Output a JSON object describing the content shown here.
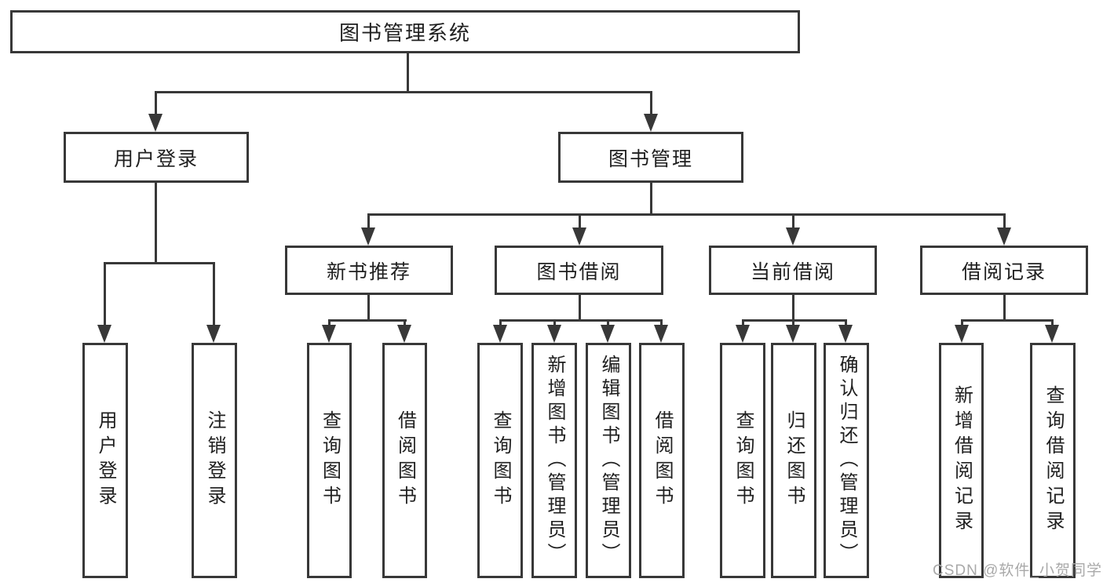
{
  "diagram": {
    "type": "tree-hierarchy",
    "title": "图书管理系统",
    "nodes": {
      "root": "图书管理系统",
      "user_login": "用户登录",
      "book_mgmt": "图书管理",
      "new_books": "新书推荐",
      "book_borrow": "图书借阅",
      "current_borrow": "当前借阅",
      "borrow_records": "借阅记录",
      "leaf_user_login": "用户登录",
      "leaf_logout": "注销登录",
      "leaf_query_books_1": "查询图书",
      "leaf_borrow_books_1": "借阅图书",
      "leaf_query_books_2": "查询图书",
      "leaf_add_book": "新增图书（管理员）",
      "leaf_edit_book": "编辑图书（管理员）",
      "leaf_borrow_books_2": "借阅图书",
      "leaf_query_books_3": "查询图书",
      "leaf_return_book": "归还图书",
      "leaf_confirm_return": "确认归还（管理员）",
      "leaf_add_record": "新增借阅记录",
      "leaf_query_record": "查询借阅记录"
    },
    "edges": [
      [
        "图书管理系统",
        "用户登录"
      ],
      [
        "图书管理系统",
        "图书管理"
      ],
      [
        "用户登录",
        "用户登录(叶)"
      ],
      [
        "用户登录",
        "注销登录"
      ],
      [
        "图书管理",
        "新书推荐"
      ],
      [
        "图书管理",
        "图书借阅"
      ],
      [
        "图书管理",
        "当前借阅"
      ],
      [
        "图书管理",
        "借阅记录"
      ],
      [
        "新书推荐",
        "查询图书"
      ],
      [
        "新书推荐",
        "借阅图书"
      ],
      [
        "图书借阅",
        "查询图书"
      ],
      [
        "图书借阅",
        "新增图书（管理员）"
      ],
      [
        "图书借阅",
        "编辑图书（管理员）"
      ],
      [
        "图书借阅",
        "借阅图书"
      ],
      [
        "当前借阅",
        "查询图书"
      ],
      [
        "当前借阅",
        "归还图书"
      ],
      [
        "当前借阅",
        "确认归还（管理员）"
      ],
      [
        "借阅记录",
        "新增借阅记录"
      ],
      [
        "借阅记录",
        "查询借阅记录"
      ]
    ],
    "colors": {
      "line": "#383838",
      "text": "#1f1f1f",
      "background": "#ffffff",
      "watermark": "#a9a9a9"
    },
    "watermark": "CSDN @软件_小贺同学"
  }
}
